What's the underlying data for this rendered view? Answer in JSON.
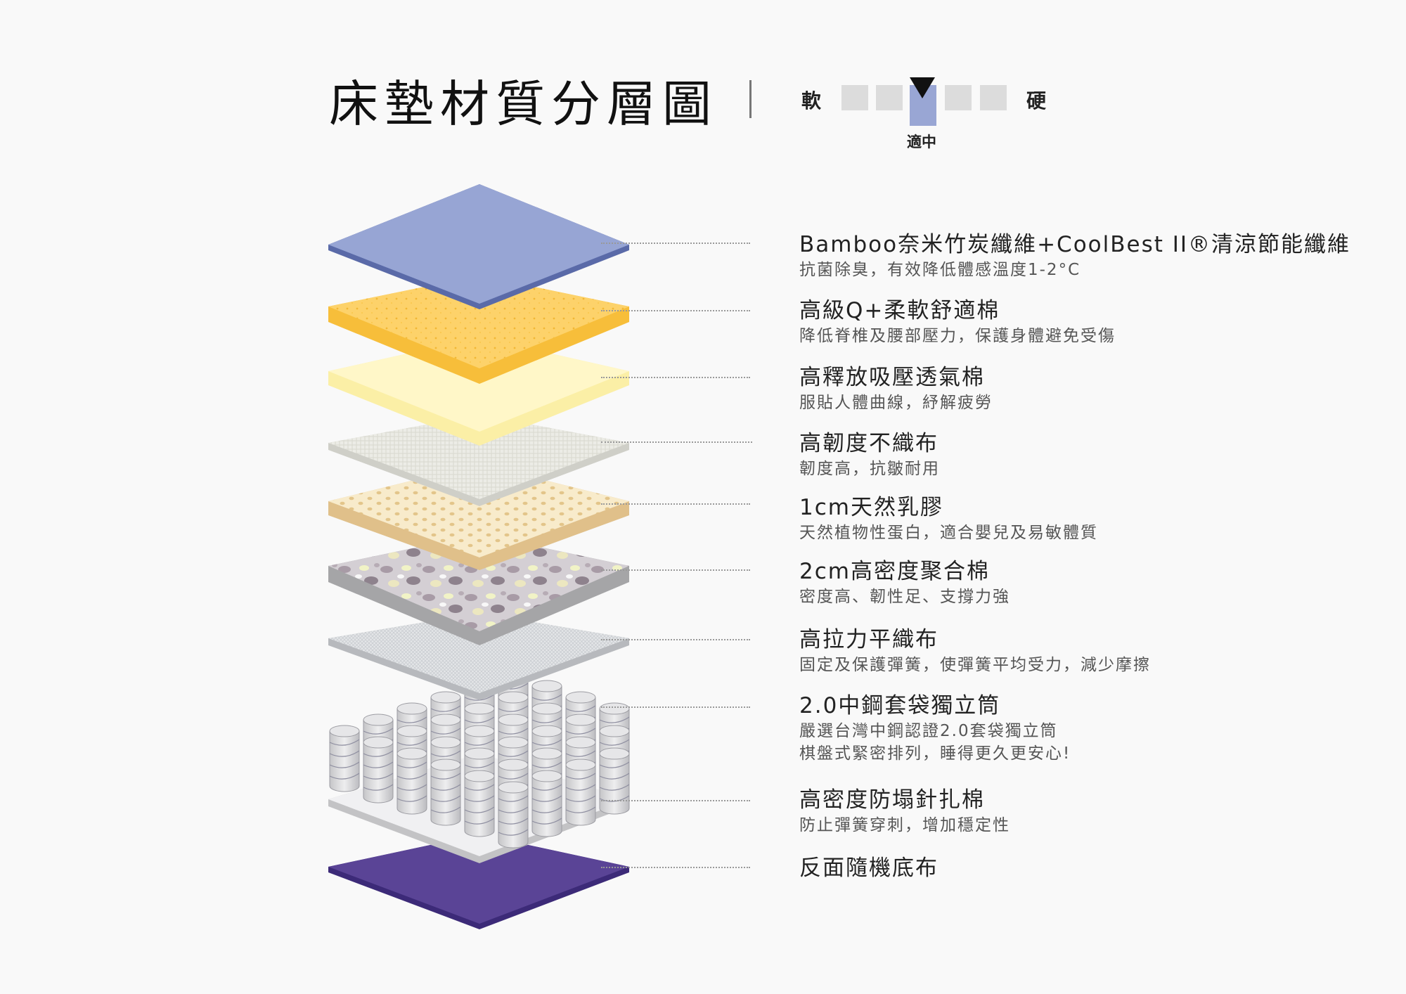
{
  "title": "床墊材質分層圖",
  "firmness": {
    "soft_label": "軟",
    "hard_label": "硬",
    "selected_label": "適中",
    "selected_index": 2,
    "levels": 5,
    "accent_color": "#99a6d4"
  },
  "layers": [
    {
      "name": "Bamboo奈米竹炭纖維+CoolBest II®清涼節能纖維",
      "desc": [
        "抗菌除臭，有效降低體感溫度1-2°C"
      ],
      "color": "#97a5d4"
    },
    {
      "name": "高級Q+柔軟舒適棉",
      "desc": [
        "降低脊椎及腰部壓力，保護身體避免受傷"
      ],
      "color": "#fdd26a"
    },
    {
      "name": "高釋放吸壓透氣棉",
      "desc": [
        "服貼人體曲線，紓解疲勞"
      ],
      "color": "#fff7c6"
    },
    {
      "name": "高韌度不織布",
      "desc": [
        "韌度高，抗皺耐用"
      ],
      "color": "#ebebe4"
    },
    {
      "name": "1cm天然乳膠",
      "desc": [
        "天然植物性蛋白，適合嬰兒及易敏體質"
      ],
      "color": "#f7e9c8"
    },
    {
      "name": "2cm高密度聚合棉",
      "desc": [
        "密度高、韌性足、支撐力強"
      ],
      "color": "#c9c2c8"
    },
    {
      "name": "高拉力平織布",
      "desc": [
        "固定及保護彈簧，使彈簧平均受力，減少摩擦"
      ],
      "color": "#e6e8ea"
    },
    {
      "name": "2.0中鋼套袋獨立筒",
      "desc": [
        "嚴選台灣中鋼認證2.0套袋獨立筒",
        "棋盤式緊密排列，睡得更久更安心!"
      ],
      "color": "#d6d6d8"
    },
    {
      "name": "高密度防塌針扎棉",
      "desc": [
        "防止彈簧穿刺，增加穩定性"
      ],
      "color": "#f0f0f2"
    },
    {
      "name": "反面隨機底布",
      "desc": [],
      "color": "#5a4496"
    }
  ]
}
